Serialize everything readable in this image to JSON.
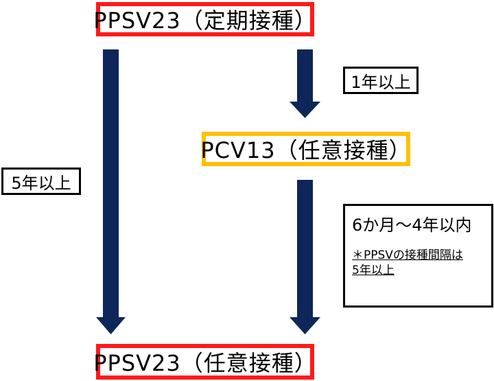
{
  "nodes": {
    "top": "PPSV23（定期接種）",
    "middle": "PCV13（任意接種）",
    "bottom": "PPSV23（任意接種）"
  },
  "labels": {
    "first_interval": "1年以上",
    "second_interval": "6か月〜4年以内",
    "note_line1": "＊PPSVの接種間隔は",
    "note_line2": "5年以上",
    "long_interval": "5年以上"
  },
  "colors": {
    "arrow": "#0e2659",
    "regular_border": "#ff1a1a",
    "optional_border": "#ffc000"
  }
}
